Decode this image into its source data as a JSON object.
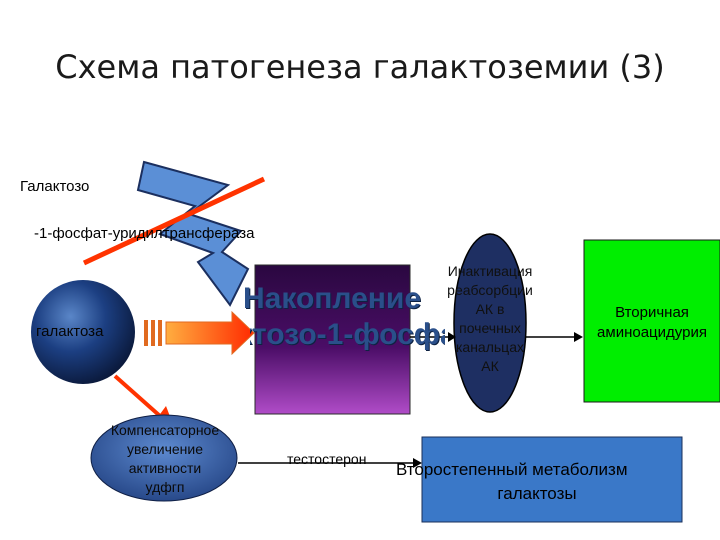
{
  "title": "Схема патогенеза  галактоземии (3)",
  "enzyme": {
    "line1": "Галактозо",
    "line2": "-1-фосфат-уридилтрансфераза"
  },
  "nodes": {
    "galactose": "галактоза",
    "accumulation_line1": "Накопление",
    "accumulation_line2": "галактозо-1-фосфата",
    "inactivation": [
      "Инактивация",
      "реабсорбции",
      "АК в",
      "почечных",
      "канальцах",
      "АК"
    ],
    "secondary_line1": "Вторичная",
    "secondary_line2": "аминоацидурия",
    "compensatory": [
      "Компенсаторное",
      "увеличение",
      "активности",
      "удфгп"
    ],
    "testosterone": "тестостерон",
    "metabolism_line1": "Второстепенный метаболизм",
    "metabolism_line2": "галактозы"
  },
  "colors": {
    "purple_box": "#3d0a52",
    "green_box": "#00ee00",
    "blue_box": "#3a78c8",
    "dark_ellipse": "#1e2f62",
    "arrow_red": "#ff3300",
    "lightning": "#5b8fd6",
    "bar_orange": "#e06a20"
  }
}
